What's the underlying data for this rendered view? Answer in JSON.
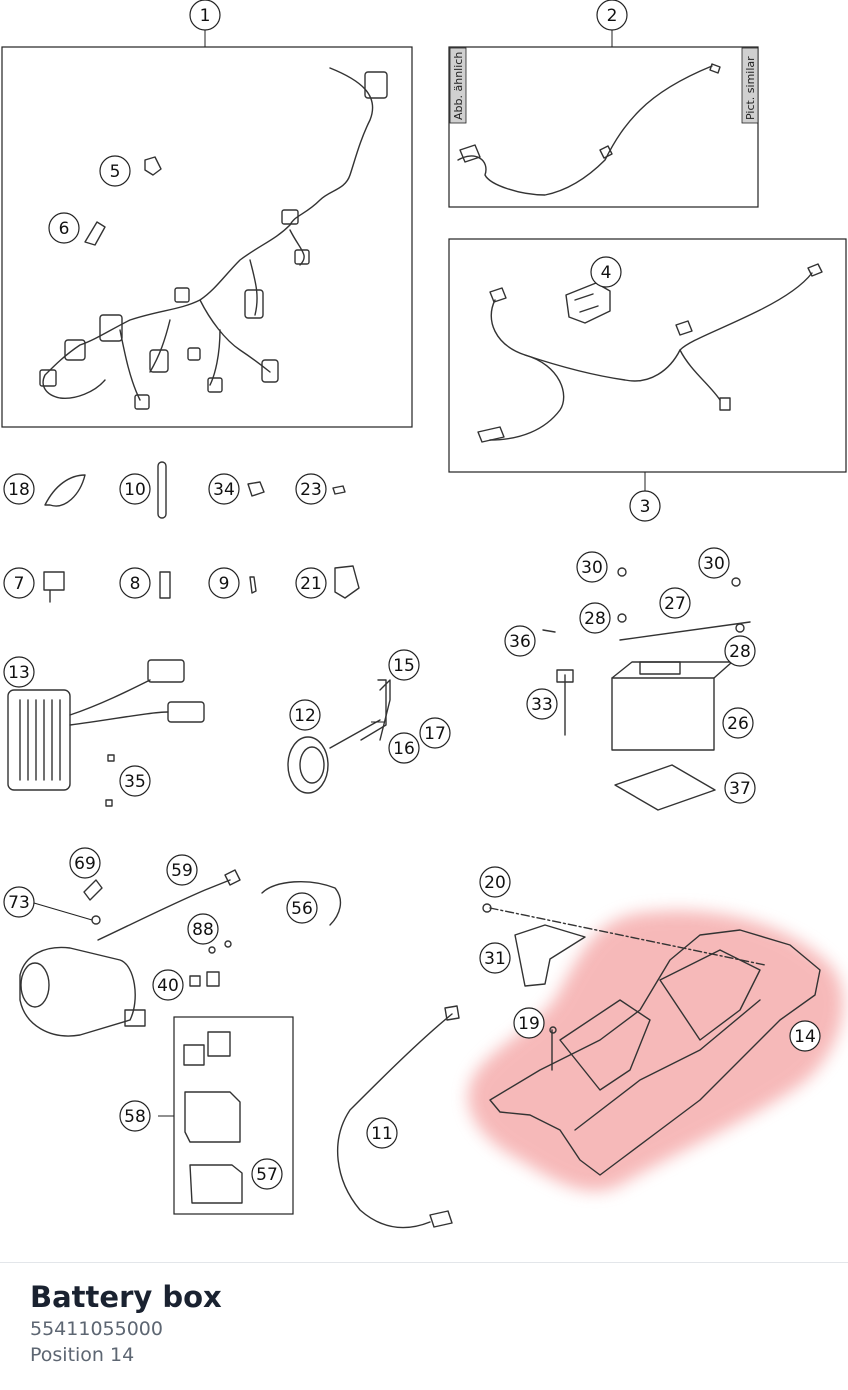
{
  "diagram": {
    "side_label_left": "Abb. ähnlich",
    "side_label_right": "Pict. similar",
    "callouts": [
      {
        "id": "c1",
        "label": "1"
      },
      {
        "id": "c2",
        "label": "2"
      },
      {
        "id": "c3",
        "label": "3"
      },
      {
        "id": "c4",
        "label": "4"
      },
      {
        "id": "c5",
        "label": "5"
      },
      {
        "id": "c6",
        "label": "6"
      },
      {
        "id": "c7",
        "label": "7"
      },
      {
        "id": "c8",
        "label": "8"
      },
      {
        "id": "c9",
        "label": "9"
      },
      {
        "id": "c10",
        "label": "10"
      },
      {
        "id": "c11",
        "label": "11"
      },
      {
        "id": "c12",
        "label": "12"
      },
      {
        "id": "c13",
        "label": "13"
      },
      {
        "id": "c14",
        "label": "14"
      },
      {
        "id": "c15",
        "label": "15"
      },
      {
        "id": "c16",
        "label": "16"
      },
      {
        "id": "c17",
        "label": "17"
      },
      {
        "id": "c18",
        "label": "18"
      },
      {
        "id": "c19",
        "label": "19"
      },
      {
        "id": "c20",
        "label": "20"
      },
      {
        "id": "c21",
        "label": "21"
      },
      {
        "id": "c23",
        "label": "23"
      },
      {
        "id": "c26",
        "label": "26"
      },
      {
        "id": "c27",
        "label": "27"
      },
      {
        "id": "c28a",
        "label": "28"
      },
      {
        "id": "c28b",
        "label": "28"
      },
      {
        "id": "c30a",
        "label": "30"
      },
      {
        "id": "c30b",
        "label": "30"
      },
      {
        "id": "c31",
        "label": "31"
      },
      {
        "id": "c33",
        "label": "33"
      },
      {
        "id": "c34",
        "label": "34"
      },
      {
        "id": "c35",
        "label": "35"
      },
      {
        "id": "c36",
        "label": "36"
      },
      {
        "id": "c37",
        "label": "37"
      },
      {
        "id": "c40",
        "label": "40"
      },
      {
        "id": "c56",
        "label": "56"
      },
      {
        "id": "c57",
        "label": "57"
      },
      {
        "id": "c58",
        "label": "58"
      },
      {
        "id": "c59",
        "label": "59"
      },
      {
        "id": "c69",
        "label": "69"
      },
      {
        "id": "c73",
        "label": "73"
      },
      {
        "id": "c88",
        "label": "88"
      }
    ],
    "highlight_color": "#f08080"
  },
  "part": {
    "name": "Battery box",
    "number": "55411055000",
    "position": "Position 14"
  }
}
